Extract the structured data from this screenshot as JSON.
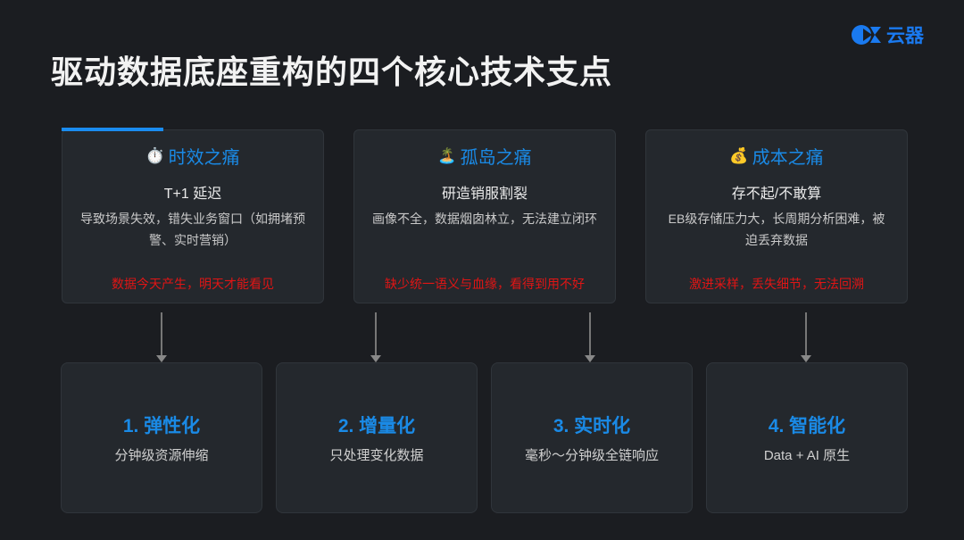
{
  "title": "驱动数据底座重构的四个核心技术支点",
  "logo": {
    "text": "云器"
  },
  "pains": [
    {
      "icon": "stopwatch-icon",
      "emoji": "⏱️",
      "title": "时效之痛",
      "subtitle": "T+1 延迟",
      "desc": "导致场景失效，错失业务窗口（如拥堵预警、实时营销）",
      "highlight": "数据今天产生，明天才能看见"
    },
    {
      "icon": "island-icon",
      "emoji": "🏝️",
      "title": "孤岛之痛",
      "subtitle": "研造销服割裂",
      "desc": "画像不全，数据烟囱林立，无法建立闭环",
      "highlight": "缺少统一语义与血缘，看得到用不好"
    },
    {
      "icon": "money-bag-icon",
      "emoji": "💰",
      "title": "成本之痛",
      "subtitle": "存不起/不敢算",
      "desc": "EB级存储压力大，长周期分析困难，被迫丢弃数据",
      "highlight": "激进采样，丢失细节，无法回溯"
    }
  ],
  "pillars": [
    {
      "title": "1. 弹性化",
      "desc": "分钟级资源伸缩"
    },
    {
      "title": "2. 增量化",
      "desc": "只处理变化数据"
    },
    {
      "title": "3. 实时化",
      "desc": "毫秒～分钟级全链响应"
    },
    {
      "title": "4. 智能化",
      "desc": "Data + AI 原生"
    }
  ],
  "colors": {
    "accent": "#1a8ae6",
    "alert": "#e01515",
    "background": "#1b1d21"
  }
}
